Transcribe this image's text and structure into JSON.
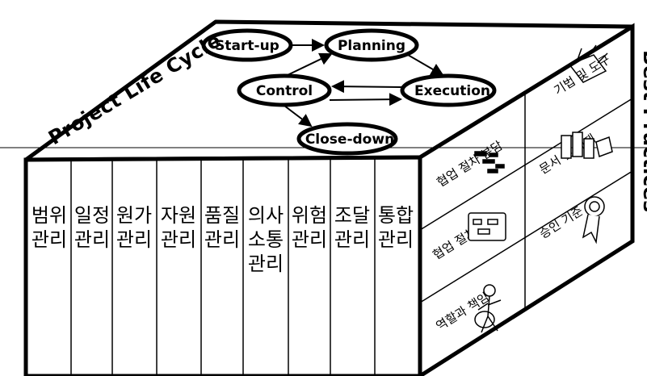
{
  "top_face": {
    "title": "Project Life Cycle",
    "nodes": {
      "startup": "Start-up",
      "planning": "Planning",
      "control": "Control",
      "execution": "Execution",
      "closedown": "Close-down"
    }
  },
  "right_title": "Best Practices",
  "front_columns": [
    "범위관리",
    "일정관리",
    "원가관리",
    "자원관리",
    "품질관리",
    "의사소통관리",
    "위험관리",
    "조달관리",
    "통합관리"
  ],
  "side_cells": {
    "c1": "기법 및 도구",
    "c2": "협업 절차 분담",
    "c3": "문서 및 예제",
    "c4": "협업 절차 작성",
    "c5": "승인 기준",
    "c6": "역할과 책임"
  }
}
